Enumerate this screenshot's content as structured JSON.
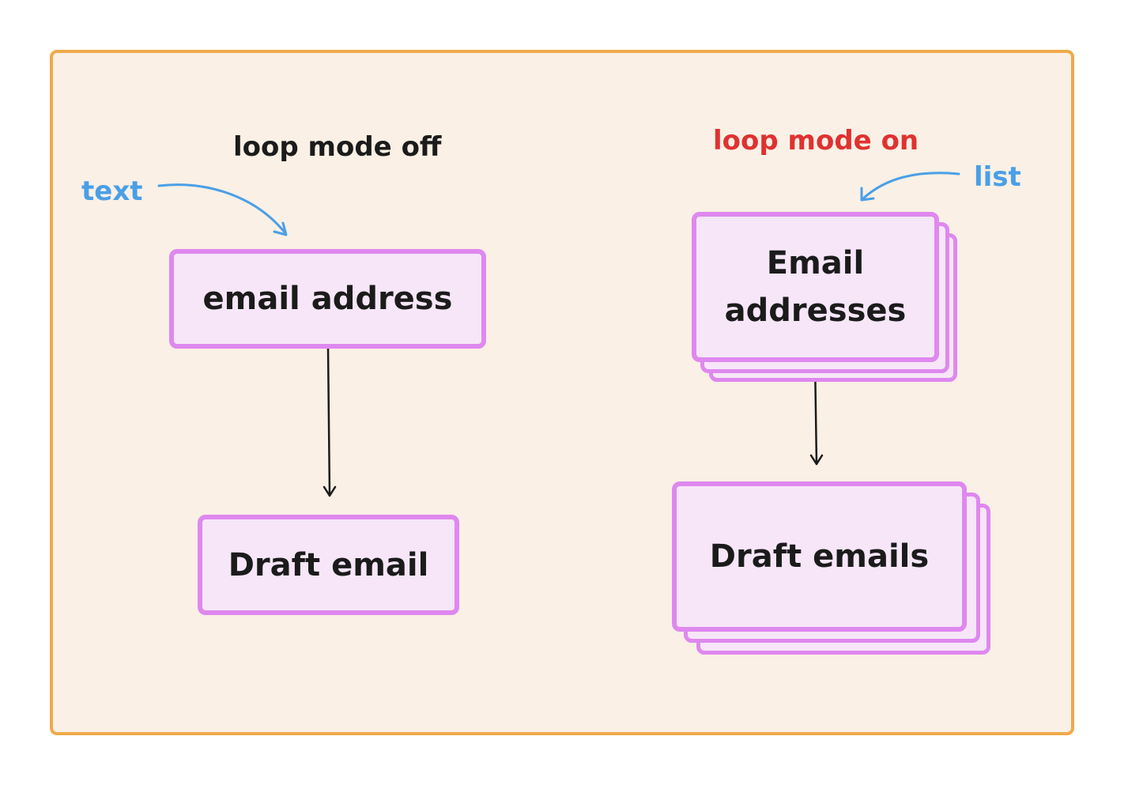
{
  "left": {
    "mode_label": "loop mode off",
    "type_label": "text",
    "input_node": "email address",
    "output_node": "Draft email"
  },
  "right": {
    "mode_label": "loop mode on",
    "type_label": "list",
    "input_node_line1": "Email",
    "input_node_line2": "addresses",
    "output_node": "Draft emails"
  },
  "colors": {
    "frame_fill": "#faf0e5",
    "frame_border": "#f0a94a",
    "node_fill": "#f6e6f8",
    "node_border": "#df88ef",
    "mode_on_text": "#e03131",
    "type_text": "#4a9fe6",
    "text": "#1b1b1b"
  }
}
